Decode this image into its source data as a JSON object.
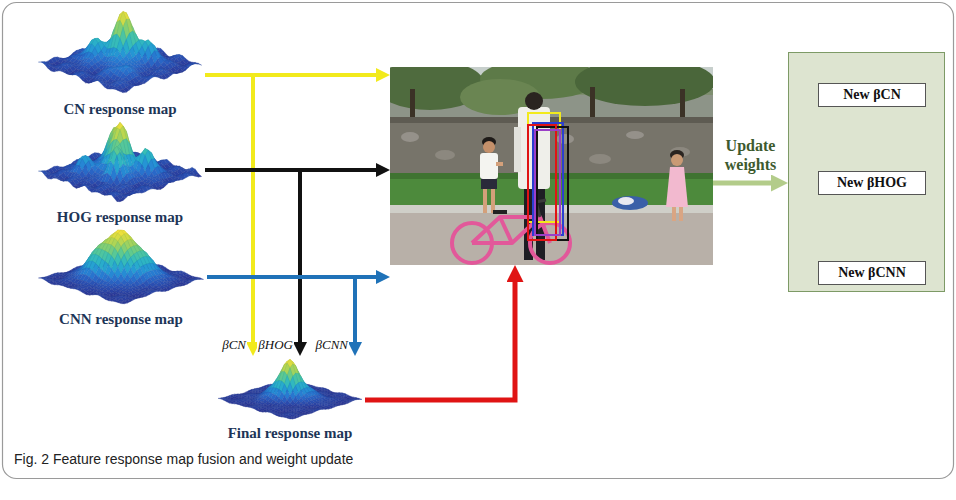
{
  "diagram": {
    "caption": "Fig. 2 Feature response map fusion and weight update",
    "nodes": [
      {
        "text": [
          "CN response map"
        ]
      },
      {
        "text": [
          "HOG response map"
        ]
      },
      {
        "text": [
          "CNN response map"
        ]
      },
      {
        "text": [
          "Final response map"
        ]
      },
      {
        "text": []
      },
      {
        "text": []
      },
      {
        "text": [
          "New βCN"
        ],
        "in": 5
      },
      {
        "text": [
          "New βHOG"
        ],
        "in": 5
      },
      {
        "text": [
          "New βCNN"
        ],
        "in": 5
      }
    ],
    "edges": [
      {
        "from": 0,
        "to": 4,
        "arrow": "to"
      },
      {
        "from": 0,
        "to": 3,
        "arrow": "to",
        "label": "βCN"
      },
      {
        "from": 1,
        "to": 4,
        "arrow": "to"
      },
      {
        "from": 1,
        "to": 3,
        "arrow": "to",
        "label": "βHOG"
      },
      {
        "from": 2,
        "to": 4,
        "arrow": "to"
      },
      {
        "from": 2,
        "to": 3,
        "arrow": "to",
        "label": "βCNN"
      },
      {
        "from": 3,
        "to": 4,
        "arrow": "to"
      },
      {
        "from": 4,
        "to": 5,
        "arrow": "to",
        "label": "Update weights"
      }
    ]
  }
}
